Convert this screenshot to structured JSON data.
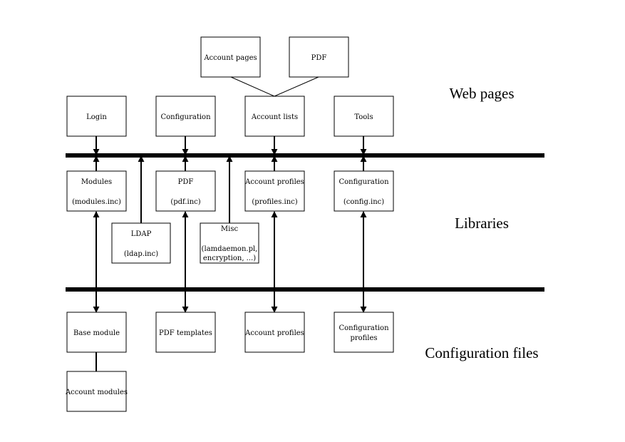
{
  "layers": {
    "web": "Web pages",
    "libraries": "Libraries",
    "config": "Configuration files"
  },
  "boxes": {
    "account_pages": [
      "Account pages"
    ],
    "pdf_page": [
      "PDF"
    ],
    "login": [
      "Login"
    ],
    "configuration_page": [
      "Configuration"
    ],
    "account_lists": [
      "Account lists"
    ],
    "tools": [
      "Tools"
    ],
    "modules": [
      "Modules",
      "(modules.inc)"
    ],
    "pdf_lib": [
      "PDF",
      "(pdf.inc)"
    ],
    "account_profiles_lib": [
      "Account profiles",
      "(profiles.inc)"
    ],
    "configuration_lib": [
      "Configuration",
      "(config.inc)"
    ],
    "ldap": [
      "LDAP",
      "(ldap.inc)"
    ],
    "misc": [
      "Misc",
      "(lamdaemon.pl,",
      "encryption, ...)"
    ],
    "base_module": [
      "Base module"
    ],
    "pdf_templates": [
      "PDF templates"
    ],
    "account_profiles_files": [
      "Account profiles"
    ],
    "configuration_profiles": [
      "Configuration",
      "profiles"
    ],
    "account_modules": [
      "Account modules"
    ]
  }
}
